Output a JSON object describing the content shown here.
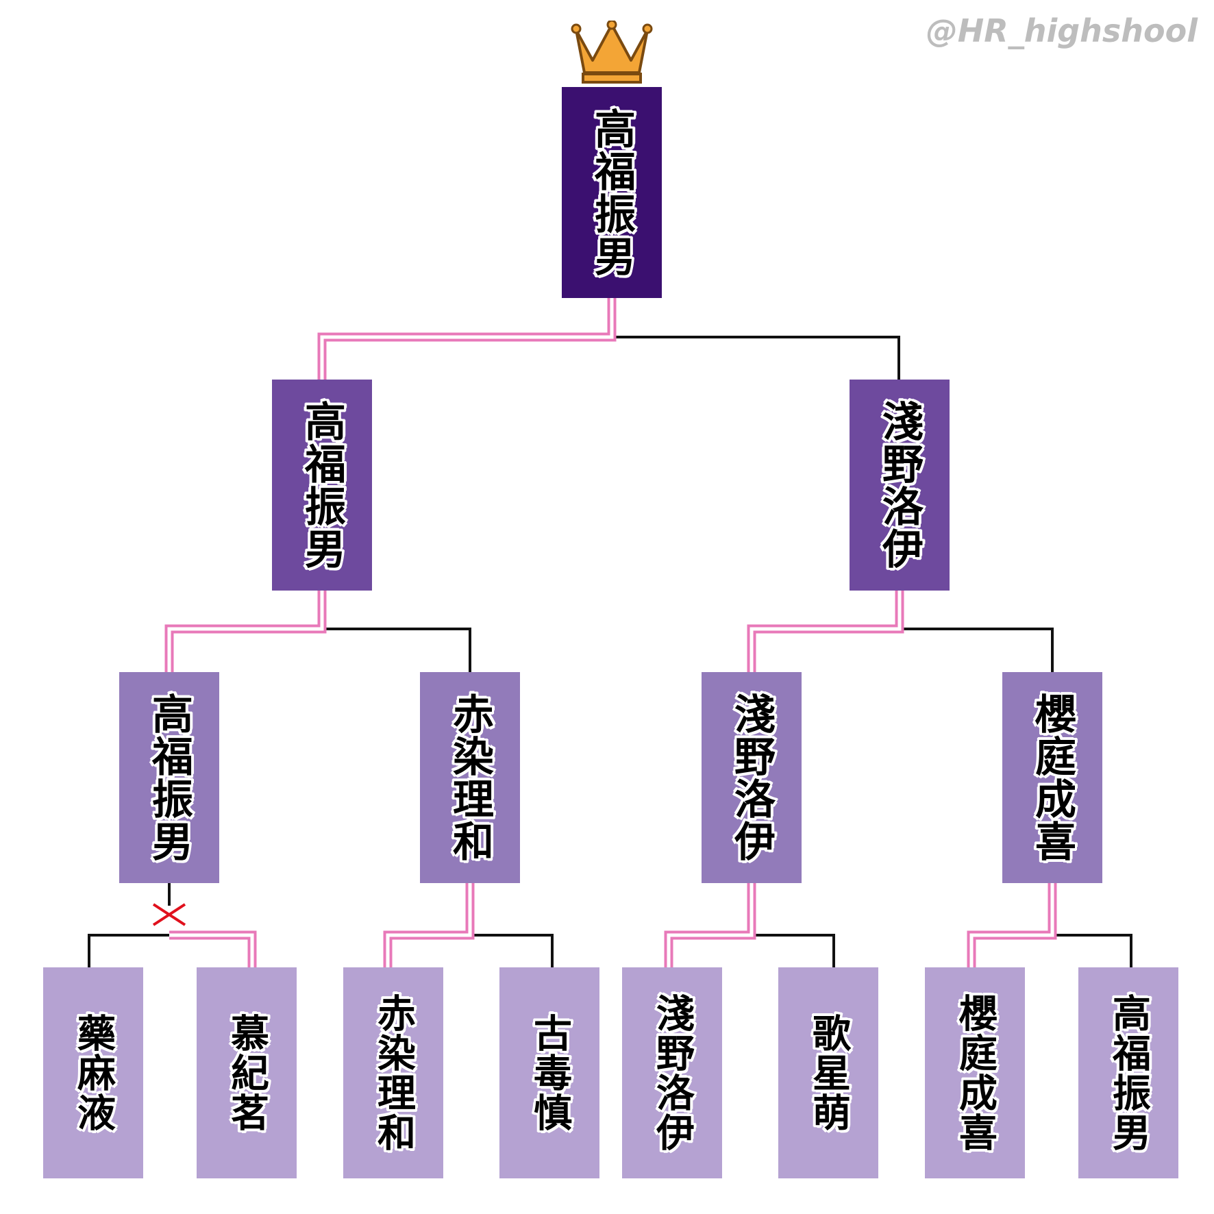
{
  "watermark": "@HR_highshool",
  "colors": {
    "final": "#3b1070",
    "semi": "#6e4a9e",
    "quarter": "#927bba",
    "first": "#b5a2d2",
    "win_line": "#e879b9",
    "lose_line": "#111111",
    "cross": "#e0101c",
    "crown": "#f3a536"
  },
  "icons": {
    "champion": "crown-icon",
    "disqualified": "red-x-icon"
  },
  "bracket": {
    "champion": "高福振男",
    "semifinal": [
      "高福振男",
      "淺野洛伊"
    ],
    "quarterfinal": [
      "高福振男",
      "赤染理和",
      "淺野洛伊",
      "櫻庭成喜"
    ],
    "first_round": [
      "藥麻液",
      "慕紀茗",
      "赤染理和",
      "古毒慎",
      "淺野洛伊",
      "歌星萌",
      "櫻庭成喜",
      "高福振男"
    ]
  }
}
